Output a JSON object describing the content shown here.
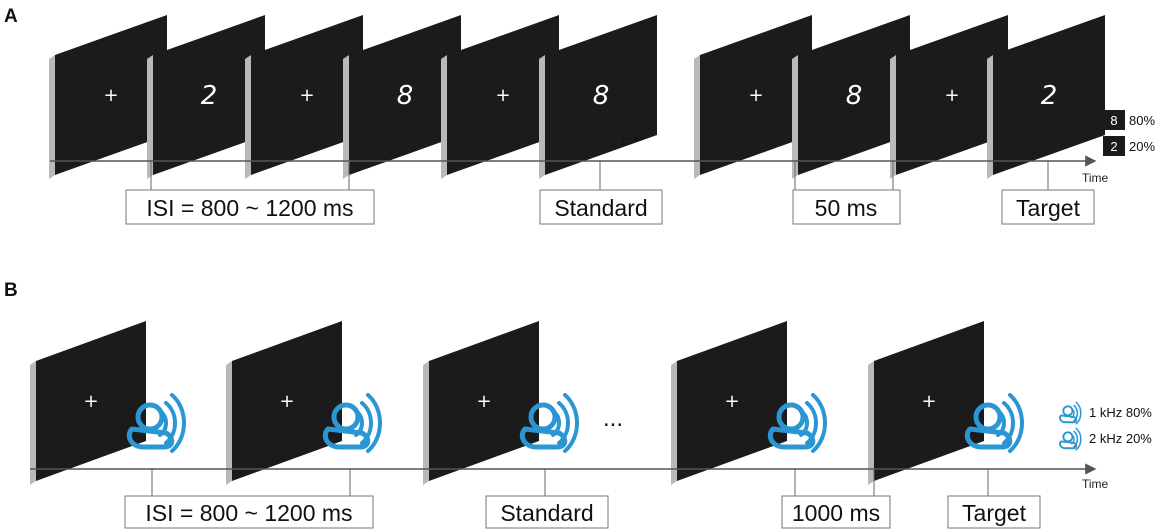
{
  "panel_a": {
    "letter": "A",
    "screens": [
      "+",
      "2",
      "+",
      "8",
      "+",
      "8",
      "+",
      "8",
      "+",
      "2"
    ],
    "ellipsis": "...",
    "labels": {
      "isi": "ISI = 800 ~ 1200 ms",
      "standard": "Standard",
      "duration": "50 ms",
      "target": "Target"
    },
    "time": "Time",
    "legend": [
      {
        "symbol": "8",
        "text": "80%"
      },
      {
        "symbol": "2",
        "text": "20%"
      }
    ]
  },
  "panel_b": {
    "letter": "B",
    "screens": [
      "+",
      "+",
      "+",
      "+",
      "+"
    ],
    "ellipsis": "...",
    "labels": {
      "isi": "ISI = 800 ~ 1200 ms",
      "standard": "Standard",
      "duration": "1000 ms",
      "target": "Target"
    },
    "time": "Time",
    "legend": [
      {
        "icon": "speaker-icon",
        "text": "1 kHz 80%"
      },
      {
        "icon": "speaker-icon",
        "text": "2 kHz 20%"
      }
    ]
  },
  "colors": {
    "screen": "#1c1b1b",
    "screen_edge": "#b9b9b9",
    "speaker": "#2a97d4",
    "axis": "#555555"
  }
}
